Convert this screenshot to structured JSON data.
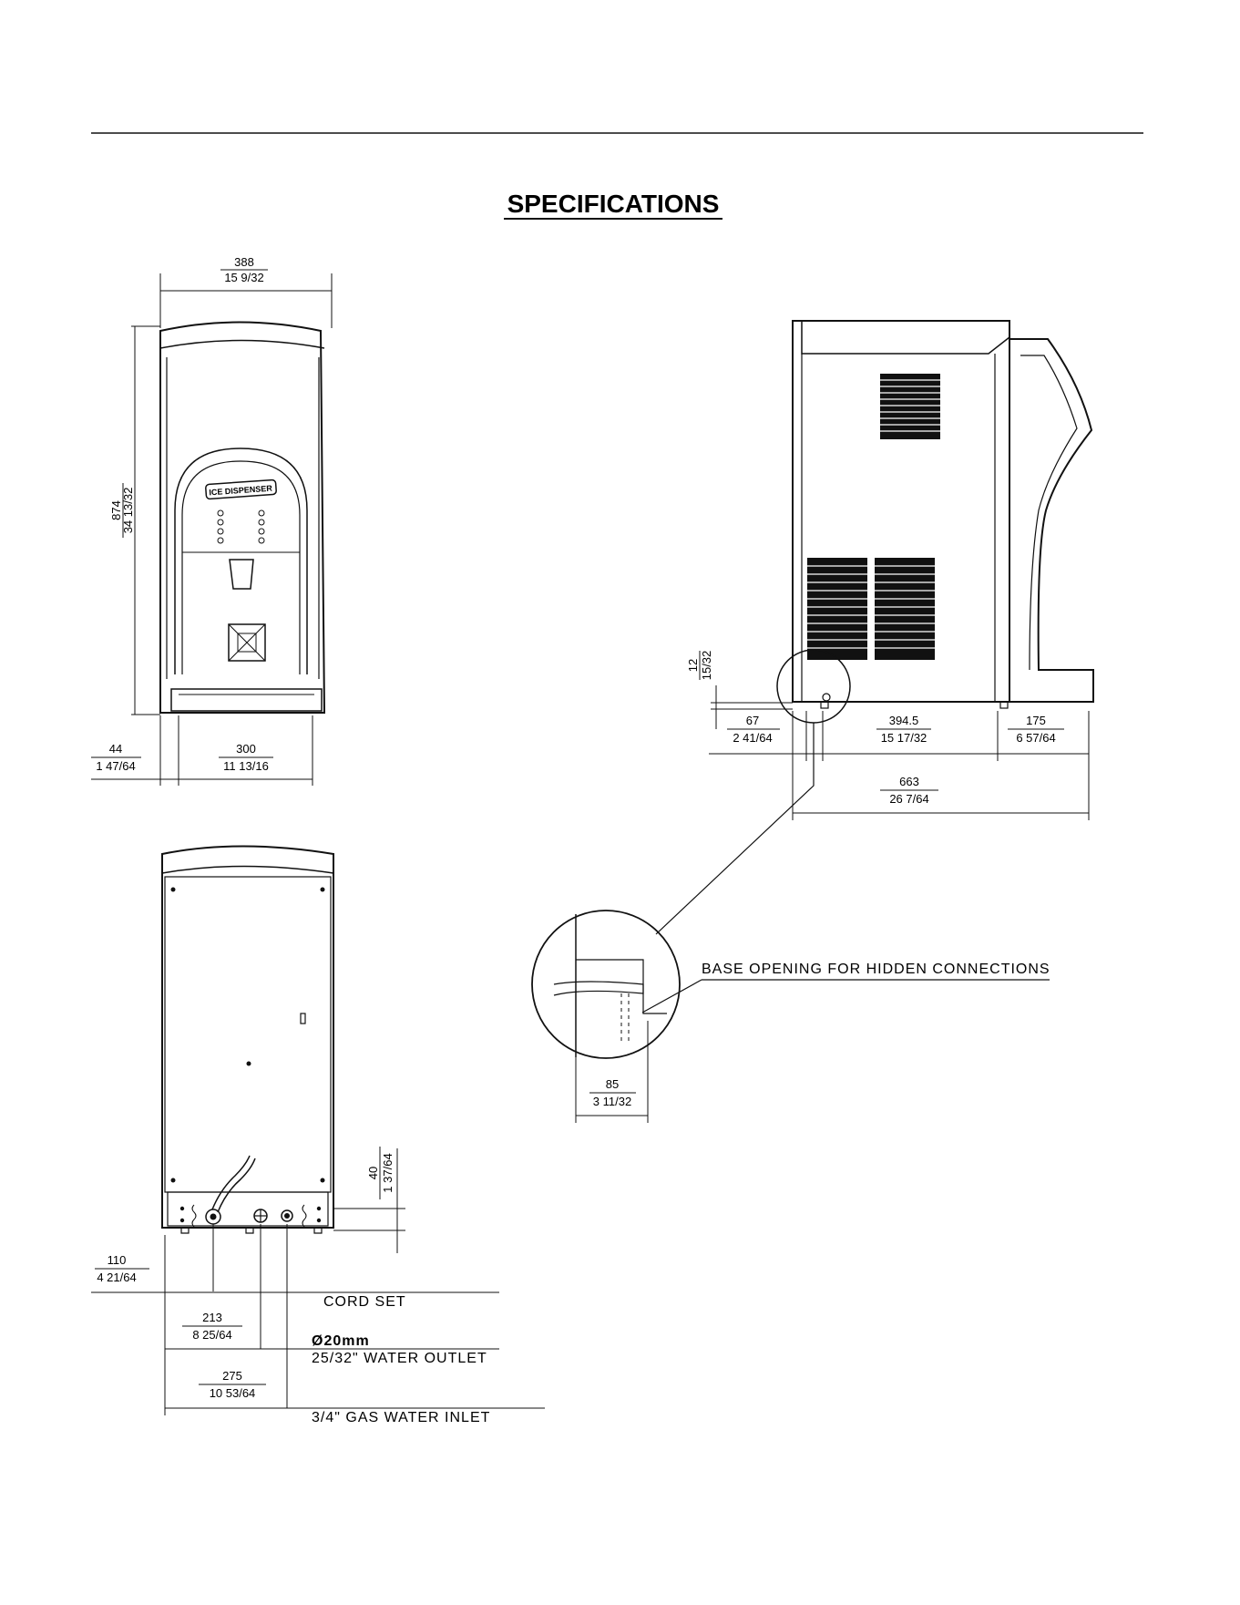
{
  "page": {
    "title": "SPECIFICATIONS"
  },
  "front_view": {
    "badge_text": "ICE DISPENSER",
    "width": {
      "mm": "388",
      "in": "15 9/32"
    },
    "height": {
      "mm": "874",
      "in": "34 13/32"
    },
    "offset_left": {
      "mm": "44",
      "in": "1 47/64"
    },
    "base_width": {
      "mm": "300",
      "in": "11 13/16"
    }
  },
  "side_view": {
    "foot_height": {
      "mm": "12",
      "in": "15/32"
    },
    "rear_offset": {
      "mm": "67",
      "in": "2 41/64"
    },
    "body_depth": {
      "mm": "394.5",
      "in": "15 17/32"
    },
    "front_projection": {
      "mm": "175",
      "in": "6 57/64"
    },
    "total_depth": {
      "mm": "663",
      "in": "26 7/64"
    }
  },
  "detail": {
    "label": "BASE OPENING FOR HIDDEN CONNECTIONS",
    "opening": {
      "mm": "85",
      "in": "3 11/32"
    }
  },
  "rear_view": {
    "conn_height": {
      "mm": "40",
      "in": "1 37/64"
    },
    "cord_offset": {
      "mm": "110",
      "in": "4 21/64"
    },
    "outlet_offset": {
      "mm": "213",
      "in": "8 25/64"
    },
    "inlet_offset": {
      "mm": "275",
      "in": "10 53/64"
    },
    "cord_label": "CORD SET",
    "outlet_label_1": "Ø20mm",
    "outlet_label_2": "25/32\" WATER OUTLET",
    "inlet_label": "3/4\" GAS WATER INLET"
  }
}
